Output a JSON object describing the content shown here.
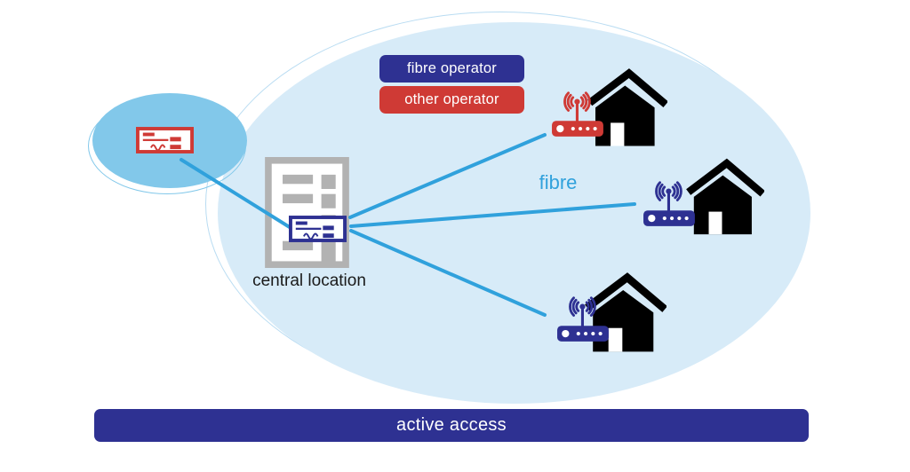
{
  "colors": {
    "navy": "#2e3192",
    "red": "#cf3a35",
    "cloud": "#d7ebf8",
    "cloud-edge": "#b9dcf2",
    "small-cloud": "#82c8ea",
    "line": "#30a1dc",
    "gray": "#b2b2b2",
    "ink": "#1a1a1a",
    "white": "#ffffff"
  },
  "legend": {
    "items": [
      {
        "label": "fibre operator",
        "color": "#2e3192"
      },
      {
        "label": "other operator",
        "color": "#cf3a35"
      }
    ]
  },
  "central": {
    "label": "central location",
    "equipment": "fibre-operator-access-device"
  },
  "other_operator": {
    "equipment": "other-operator-access-device"
  },
  "link": {
    "label": "fibre",
    "color": "#30a1dc",
    "count": 4
  },
  "homes": [
    {
      "router": "other-operator-wifi-router",
      "router_color": "#cf3a35"
    },
    {
      "router": "fibre-operator-wifi-router",
      "router_color": "#2e3192"
    },
    {
      "router": "fibre-operator-wifi-router",
      "router_color": "#2e3192"
    }
  ],
  "banner": {
    "label": "active access",
    "color": "#2e3192"
  }
}
